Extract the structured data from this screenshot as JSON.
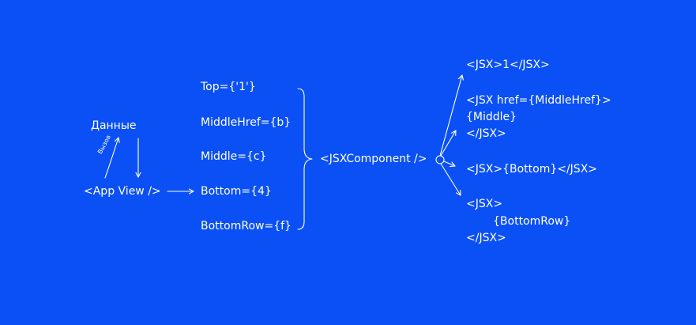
{
  "nodes": {
    "data": "Данные",
    "call": "Вызов",
    "app_view": "<App View />",
    "component": "<JSXComponent />"
  },
  "props": [
    "Top={'1'}",
    "MiddleHref={b}",
    "Middle={c}",
    "Bottom={4}",
    "BottomRow={f}"
  ],
  "outputs": {
    "top": "<JSX>1</JSX>",
    "middle_open": "<JSX href={MiddleHref}>",
    "middle_body": "{Middle}",
    "middle_close": "</JSX>",
    "bottom": "<JSX>{Bottom}</JSX>",
    "row_open": "<JSX>",
    "row_body": "{BottomRow}",
    "row_close": "</JSX>"
  },
  "colors": {
    "background": "#0a50f4",
    "foreground": "#ffffff"
  }
}
